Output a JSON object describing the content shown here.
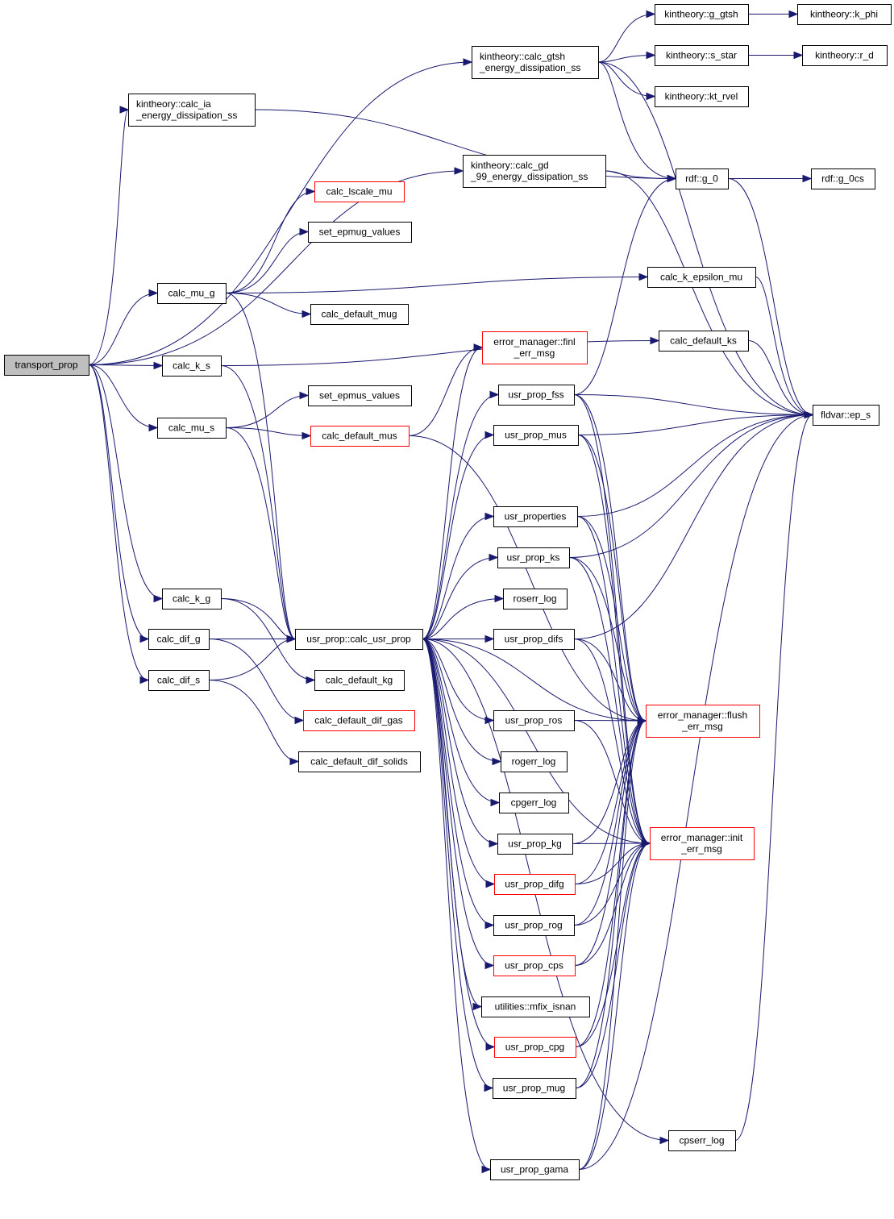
{
  "diagram": {
    "type": "call-graph",
    "root": "transport_prop",
    "colors": {
      "edge": "#191970",
      "node_border": "#000000",
      "node_border_incomplete": "#ff0000",
      "root_fill": "#bfbfbf",
      "node_fill": "#ffffff"
    },
    "nodes": [
      {
        "id": "transport_prop",
        "lines": [
          "transport_prop"
        ],
        "style": "root"
      },
      {
        "id": "calc_ia",
        "lines": [
          "kintheory::calc_ia",
          "_energy_dissipation_ss"
        ],
        "style": "normal"
      },
      {
        "id": "calc_gtsh",
        "lines": [
          "kintheory::calc_gtsh",
          "_energy_dissipation_ss"
        ],
        "style": "normal"
      },
      {
        "id": "calc_gd",
        "lines": [
          "kintheory::calc_gd",
          "_99_energy_dissipation_ss"
        ],
        "style": "normal"
      },
      {
        "id": "g_gtsh",
        "lines": [
          "kintheory::g_gtsh"
        ],
        "style": "normal"
      },
      {
        "id": "k_phi",
        "lines": [
          "kintheory::k_phi"
        ],
        "style": "normal"
      },
      {
        "id": "s_star",
        "lines": [
          "kintheory::s_star"
        ],
        "style": "normal"
      },
      {
        "id": "r_d",
        "lines": [
          "kintheory::r_d"
        ],
        "style": "normal"
      },
      {
        "id": "kt_rvel",
        "lines": [
          "kintheory::kt_rvel"
        ],
        "style": "normal"
      },
      {
        "id": "g_0",
        "lines": [
          "rdf::g_0"
        ],
        "style": "normal"
      },
      {
        "id": "g_0cs",
        "lines": [
          "rdf::g_0cs"
        ],
        "style": "normal"
      },
      {
        "id": "calc_lscale_mu",
        "lines": [
          "calc_lscale_mu"
        ],
        "style": "red"
      },
      {
        "id": "set_epmug_values",
        "lines": [
          "set_epmug_values"
        ],
        "style": "normal"
      },
      {
        "id": "calc_mu_g",
        "lines": [
          "calc_mu_g"
        ],
        "style": "normal"
      },
      {
        "id": "calc_default_mug",
        "lines": [
          "calc_default_mug"
        ],
        "style": "normal"
      },
      {
        "id": "calc_k_epsilon_mu",
        "lines": [
          "calc_k_epsilon_mu"
        ],
        "style": "normal"
      },
      {
        "id": "calc_default_ks",
        "lines": [
          "calc_default_ks"
        ],
        "style": "normal"
      },
      {
        "id": "calc_k_s",
        "lines": [
          "calc_k_s"
        ],
        "style": "normal"
      },
      {
        "id": "finl_err_msg",
        "lines": [
          "error_manager::finl",
          "_err_msg"
        ],
        "style": "red"
      },
      {
        "id": "set_epmus_values",
        "lines": [
          "set_epmus_values"
        ],
        "style": "normal"
      },
      {
        "id": "calc_mu_s",
        "lines": [
          "calc_mu_s"
        ],
        "style": "normal"
      },
      {
        "id": "calc_default_mus",
        "lines": [
          "calc_default_mus"
        ],
        "style": "red"
      },
      {
        "id": "usr_prop_fss",
        "lines": [
          "usr_prop_fss"
        ],
        "style": "normal"
      },
      {
        "id": "ep_s",
        "lines": [
          "fldvar::ep_s"
        ],
        "style": "normal"
      },
      {
        "id": "usr_prop_mus",
        "lines": [
          "usr_prop_mus"
        ],
        "style": "normal"
      },
      {
        "id": "usr_properties",
        "lines": [
          "usr_properties"
        ],
        "style": "normal"
      },
      {
        "id": "usr_prop_ks",
        "lines": [
          "usr_prop_ks"
        ],
        "style": "normal"
      },
      {
        "id": "roserr_log",
        "lines": [
          "roserr_log"
        ],
        "style": "normal"
      },
      {
        "id": "calc_k_g",
        "lines": [
          "calc_k_g"
        ],
        "style": "normal"
      },
      {
        "id": "calc_dif_g",
        "lines": [
          "calc_dif_g"
        ],
        "style": "normal"
      },
      {
        "id": "calc_usr_prop",
        "lines": [
          "usr_prop::calc_usr_prop"
        ],
        "style": "normal"
      },
      {
        "id": "usr_prop_difs",
        "lines": [
          "usr_prop_difs"
        ],
        "style": "normal"
      },
      {
        "id": "calc_dif_s",
        "lines": [
          "calc_dif_s"
        ],
        "style": "normal"
      },
      {
        "id": "calc_default_kg",
        "lines": [
          "calc_default_kg"
        ],
        "style": "normal"
      },
      {
        "id": "calc_default_dif_gas",
        "lines": [
          "calc_default_dif_gas"
        ],
        "style": "red"
      },
      {
        "id": "usr_prop_ros",
        "lines": [
          "usr_prop_ros"
        ],
        "style": "normal"
      },
      {
        "id": "flush_err_msg",
        "lines": [
          "error_manager::flush",
          "_err_msg"
        ],
        "style": "red"
      },
      {
        "id": "calc_default_dif_solids",
        "lines": [
          "calc_default_dif_solids"
        ],
        "style": "normal"
      },
      {
        "id": "rogerr_log",
        "lines": [
          "rogerr_log"
        ],
        "style": "normal"
      },
      {
        "id": "cpgerr_log",
        "lines": [
          "cpgerr_log"
        ],
        "style": "normal"
      },
      {
        "id": "usr_prop_kg",
        "lines": [
          "usr_prop_kg"
        ],
        "style": "normal"
      },
      {
        "id": "init_err_msg",
        "lines": [
          "error_manager::init",
          "_err_msg"
        ],
        "style": "red"
      },
      {
        "id": "usr_prop_difg",
        "lines": [
          "usr_prop_difg"
        ],
        "style": "red"
      },
      {
        "id": "usr_prop_rog",
        "lines": [
          "usr_prop_rog"
        ],
        "style": "normal"
      },
      {
        "id": "usr_prop_cps",
        "lines": [
          "usr_prop_cps"
        ],
        "style": "red"
      },
      {
        "id": "mfix_isnan",
        "lines": [
          "utilities::mfix_isnan"
        ],
        "style": "normal"
      },
      {
        "id": "usr_prop_cpg",
        "lines": [
          "usr_prop_cpg"
        ],
        "style": "red"
      },
      {
        "id": "usr_prop_mug",
        "lines": [
          "usr_prop_mug"
        ],
        "style": "normal"
      },
      {
        "id": "cpserr_log",
        "lines": [
          "cpserr_log"
        ],
        "style": "normal"
      },
      {
        "id": "usr_prop_gama",
        "lines": [
          "usr_prop_gama"
        ],
        "style": "normal"
      }
    ],
    "edges": [
      [
        "transport_prop",
        "calc_gtsh"
      ],
      [
        "transport_prop",
        "calc_ia"
      ],
      [
        "transport_prop",
        "calc_gd"
      ],
      [
        "transport_prop",
        "calc_mu_g"
      ],
      [
        "transport_prop",
        "calc_k_s"
      ],
      [
        "transport_prop",
        "calc_mu_s"
      ],
      [
        "transport_prop",
        "calc_k_g"
      ],
      [
        "transport_prop",
        "calc_dif_g"
      ],
      [
        "transport_prop",
        "calc_dif_s"
      ],
      [
        "calc_gtsh",
        "g_gtsh"
      ],
      [
        "calc_gtsh",
        "s_star"
      ],
      [
        "calc_gtsh",
        "kt_rvel"
      ],
      [
        "calc_gtsh",
        "g_0"
      ],
      [
        "calc_gtsh",
        "ep_s"
      ],
      [
        "g_gtsh",
        "k_phi"
      ],
      [
        "s_star",
        "r_d"
      ],
      [
        "calc_ia",
        "g_0"
      ],
      [
        "calc_gd",
        "g_0"
      ],
      [
        "calc_gd",
        "ep_s"
      ],
      [
        "g_0",
        "g_0cs"
      ],
      [
        "g_0",
        "ep_s"
      ],
      [
        "calc_mu_g",
        "calc_lscale_mu"
      ],
      [
        "calc_mu_g",
        "set_epmug_values"
      ],
      [
        "calc_mu_g",
        "calc_k_epsilon_mu"
      ],
      [
        "calc_mu_g",
        "calc_default_mug"
      ],
      [
        "calc_mu_g",
        "calc_usr_prop"
      ],
      [
        "calc_k_epsilon_mu",
        "ep_s"
      ],
      [
        "calc_k_s",
        "calc_default_ks"
      ],
      [
        "calc_k_s",
        "calc_usr_prop"
      ],
      [
        "calc_default_ks",
        "ep_s"
      ],
      [
        "calc_mu_s",
        "set_epmus_values"
      ],
      [
        "calc_mu_s",
        "calc_default_mus"
      ],
      [
        "calc_mu_s",
        "calc_usr_prop"
      ],
      [
        "calc_default_mus",
        "finl_err_msg"
      ],
      [
        "calc_default_mus",
        "flush_err_msg"
      ],
      [
        "calc_k_g",
        "calc_usr_prop"
      ],
      [
        "calc_k_g",
        "calc_default_kg"
      ],
      [
        "calc_dif_g",
        "calc_usr_prop"
      ],
      [
        "calc_dif_g",
        "calc_default_dif_gas"
      ],
      [
        "calc_dif_s",
        "calc_usr_prop"
      ],
      [
        "calc_dif_s",
        "calc_default_dif_solids"
      ],
      [
        "calc_usr_prop",
        "finl_err_msg"
      ],
      [
        "calc_usr_prop",
        "usr_prop_fss"
      ],
      [
        "calc_usr_prop",
        "usr_prop_mus"
      ],
      [
        "calc_usr_prop",
        "usr_properties"
      ],
      [
        "calc_usr_prop",
        "usr_prop_ks"
      ],
      [
        "calc_usr_prop",
        "roserr_log"
      ],
      [
        "calc_usr_prop",
        "usr_prop_difs"
      ],
      [
        "calc_usr_prop",
        "usr_prop_ros"
      ],
      [
        "calc_usr_prop",
        "rogerr_log"
      ],
      [
        "calc_usr_prop",
        "cpgerr_log"
      ],
      [
        "calc_usr_prop",
        "usr_prop_kg"
      ],
      [
        "calc_usr_prop",
        "usr_prop_difg"
      ],
      [
        "calc_usr_prop",
        "usr_prop_rog"
      ],
      [
        "calc_usr_prop",
        "usr_prop_cps"
      ],
      [
        "calc_usr_prop",
        "mfix_isnan"
      ],
      [
        "calc_usr_prop",
        "usr_prop_cpg"
      ],
      [
        "calc_usr_prop",
        "usr_prop_mug"
      ],
      [
        "calc_usr_prop",
        "usr_prop_gama"
      ],
      [
        "calc_usr_prop",
        "cpserr_log"
      ],
      [
        "calc_usr_prop",
        "flush_err_msg"
      ],
      [
        "calc_usr_prop",
        "init_err_msg"
      ],
      [
        "usr_prop_fss",
        "g_0"
      ],
      [
        "usr_prop_fss",
        "ep_s"
      ],
      [
        "usr_prop_fss",
        "flush_err_msg"
      ],
      [
        "usr_prop_fss",
        "init_err_msg"
      ],
      [
        "usr_prop_mus",
        "ep_s"
      ],
      [
        "usr_prop_mus",
        "flush_err_msg"
      ],
      [
        "usr_prop_mus",
        "init_err_msg"
      ],
      [
        "usr_properties",
        "ep_s"
      ],
      [
        "usr_properties",
        "flush_err_msg"
      ],
      [
        "usr_properties",
        "init_err_msg"
      ],
      [
        "usr_prop_ks",
        "ep_s"
      ],
      [
        "usr_prop_ks",
        "flush_err_msg"
      ],
      [
        "usr_prop_ks",
        "init_err_msg"
      ],
      [
        "usr_prop_difs",
        "ep_s"
      ],
      [
        "usr_prop_difs",
        "flush_err_msg"
      ],
      [
        "usr_prop_difs",
        "init_err_msg"
      ],
      [
        "usr_prop_ros",
        "flush_err_msg"
      ],
      [
        "usr_prop_ros",
        "init_err_msg"
      ],
      [
        "usr_prop_kg",
        "flush_err_msg"
      ],
      [
        "usr_prop_kg",
        "init_err_msg"
      ],
      [
        "usr_prop_difg",
        "flush_err_msg"
      ],
      [
        "usr_prop_difg",
        "init_err_msg"
      ],
      [
        "usr_prop_rog",
        "flush_err_msg"
      ],
      [
        "usr_prop_rog",
        "init_err_msg"
      ],
      [
        "usr_prop_cps",
        "flush_err_msg"
      ],
      [
        "usr_prop_cps",
        "init_err_msg"
      ],
      [
        "usr_prop_cpg",
        "flush_err_msg"
      ],
      [
        "usr_prop_cpg",
        "init_err_msg"
      ],
      [
        "usr_prop_mug",
        "flush_err_msg"
      ],
      [
        "usr_prop_mug",
        "init_err_msg"
      ],
      [
        "usr_prop_gama",
        "ep_s"
      ],
      [
        "usr_prop_gama",
        "flush_err_msg"
      ],
      [
        "usr_prop_gama",
        "init_err_msg"
      ],
      [
        "cpserr_log",
        "ep_s"
      ]
    ]
  }
}
